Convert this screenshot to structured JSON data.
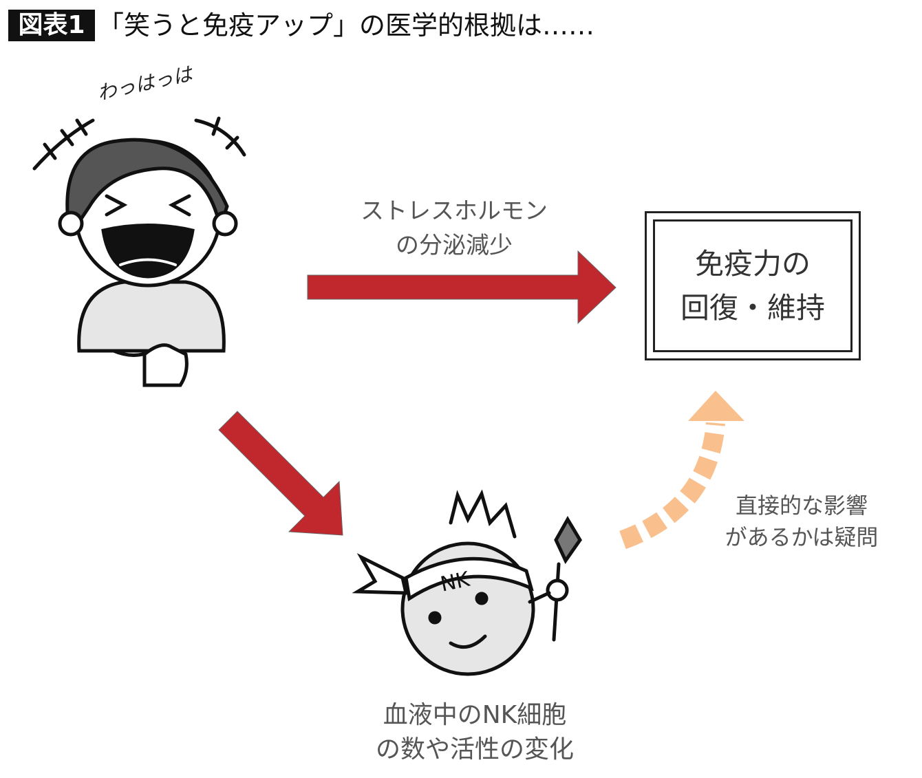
{
  "header": {
    "badge": "図表1",
    "title": "「笑うと免疫アップ」の医学的根拠は……"
  },
  "person": {
    "exclamation": "わっはっは"
  },
  "arrow_top": {
    "line1": "ストレスホルモン",
    "line2": "の分泌減少"
  },
  "result_box": {
    "line1": "免疫力の",
    "line2": "回復・維持"
  },
  "nk_cell": {
    "headband": "NK",
    "line1": "血液中のNK細胞",
    "line2": "の数や活性の変化"
  },
  "dashed_arrow": {
    "line1": "直接的な影響",
    "line2": "があるかは疑問"
  },
  "colors": {
    "red_arrow": "#c0282d",
    "orange_arrow": "#f9bf8c",
    "body_fill": "#e6e6e6"
  }
}
